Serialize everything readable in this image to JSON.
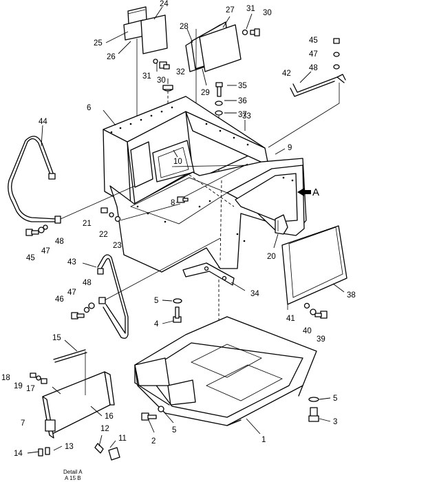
{
  "diagram": {
    "detail_caption": "Detail A",
    "detail_scale": "A 15 B",
    "view_marker": "A",
    "callouts": [
      {
        "id": "c24",
        "text": "24"
      },
      {
        "id": "c25",
        "text": "25"
      },
      {
        "id": "c26",
        "text": "26"
      },
      {
        "id": "c27",
        "text": "27"
      },
      {
        "id": "c31a",
        "text": "31"
      },
      {
        "id": "c30a",
        "text": "30"
      },
      {
        "id": "c28",
        "text": "28"
      },
      {
        "id": "c29",
        "text": "29"
      },
      {
        "id": "c45a",
        "text": "45"
      },
      {
        "id": "c47a",
        "text": "47"
      },
      {
        "id": "c48a",
        "text": "48"
      },
      {
        "id": "c42",
        "text": "42"
      },
      {
        "id": "c31b",
        "text": "31"
      },
      {
        "id": "c30b",
        "text": "30"
      },
      {
        "id": "c32",
        "text": "32"
      },
      {
        "id": "c35",
        "text": "35"
      },
      {
        "id": "c36",
        "text": "36"
      },
      {
        "id": "c37",
        "text": "37"
      },
      {
        "id": "c33",
        "text": "33"
      },
      {
        "id": "c6",
        "text": "6"
      },
      {
        "id": "c44",
        "text": "44"
      },
      {
        "id": "c10",
        "text": "10"
      },
      {
        "id": "c9",
        "text": "9"
      },
      {
        "id": "c8",
        "text": "8"
      },
      {
        "id": "c21",
        "text": "21"
      },
      {
        "id": "c22",
        "text": "22"
      },
      {
        "id": "c23",
        "text": "23"
      },
      {
        "id": "c45b",
        "text": "45"
      },
      {
        "id": "c47b",
        "text": "47"
      },
      {
        "id": "c48b",
        "text": "48"
      },
      {
        "id": "c20",
        "text": "20"
      },
      {
        "id": "c43",
        "text": "43"
      },
      {
        "id": "c47c",
        "text": "47"
      },
      {
        "id": "c48c",
        "text": "48"
      },
      {
        "id": "c46",
        "text": "46"
      },
      {
        "id": "c34",
        "text": "34"
      },
      {
        "id": "c38",
        "text": "38"
      },
      {
        "id": "c5a",
        "text": "5"
      },
      {
        "id": "c4",
        "text": "4"
      },
      {
        "id": "c41",
        "text": "41"
      },
      {
        "id": "c40",
        "text": "40"
      },
      {
        "id": "c39",
        "text": "39"
      },
      {
        "id": "c15",
        "text": "15"
      },
      {
        "id": "c18",
        "text": "18"
      },
      {
        "id": "c19",
        "text": "19"
      },
      {
        "id": "c17",
        "text": "17"
      },
      {
        "id": "c7",
        "text": "7"
      },
      {
        "id": "c16",
        "text": "16"
      },
      {
        "id": "c12",
        "text": "12"
      },
      {
        "id": "c11",
        "text": "11"
      },
      {
        "id": "c14",
        "text": "14"
      },
      {
        "id": "c13",
        "text": "13"
      },
      {
        "id": "c2",
        "text": "2"
      },
      {
        "id": "c5b",
        "text": "5"
      },
      {
        "id": "c1",
        "text": "1"
      },
      {
        "id": "c5c",
        "text": "5"
      },
      {
        "id": "c3",
        "text": "3"
      }
    ]
  }
}
